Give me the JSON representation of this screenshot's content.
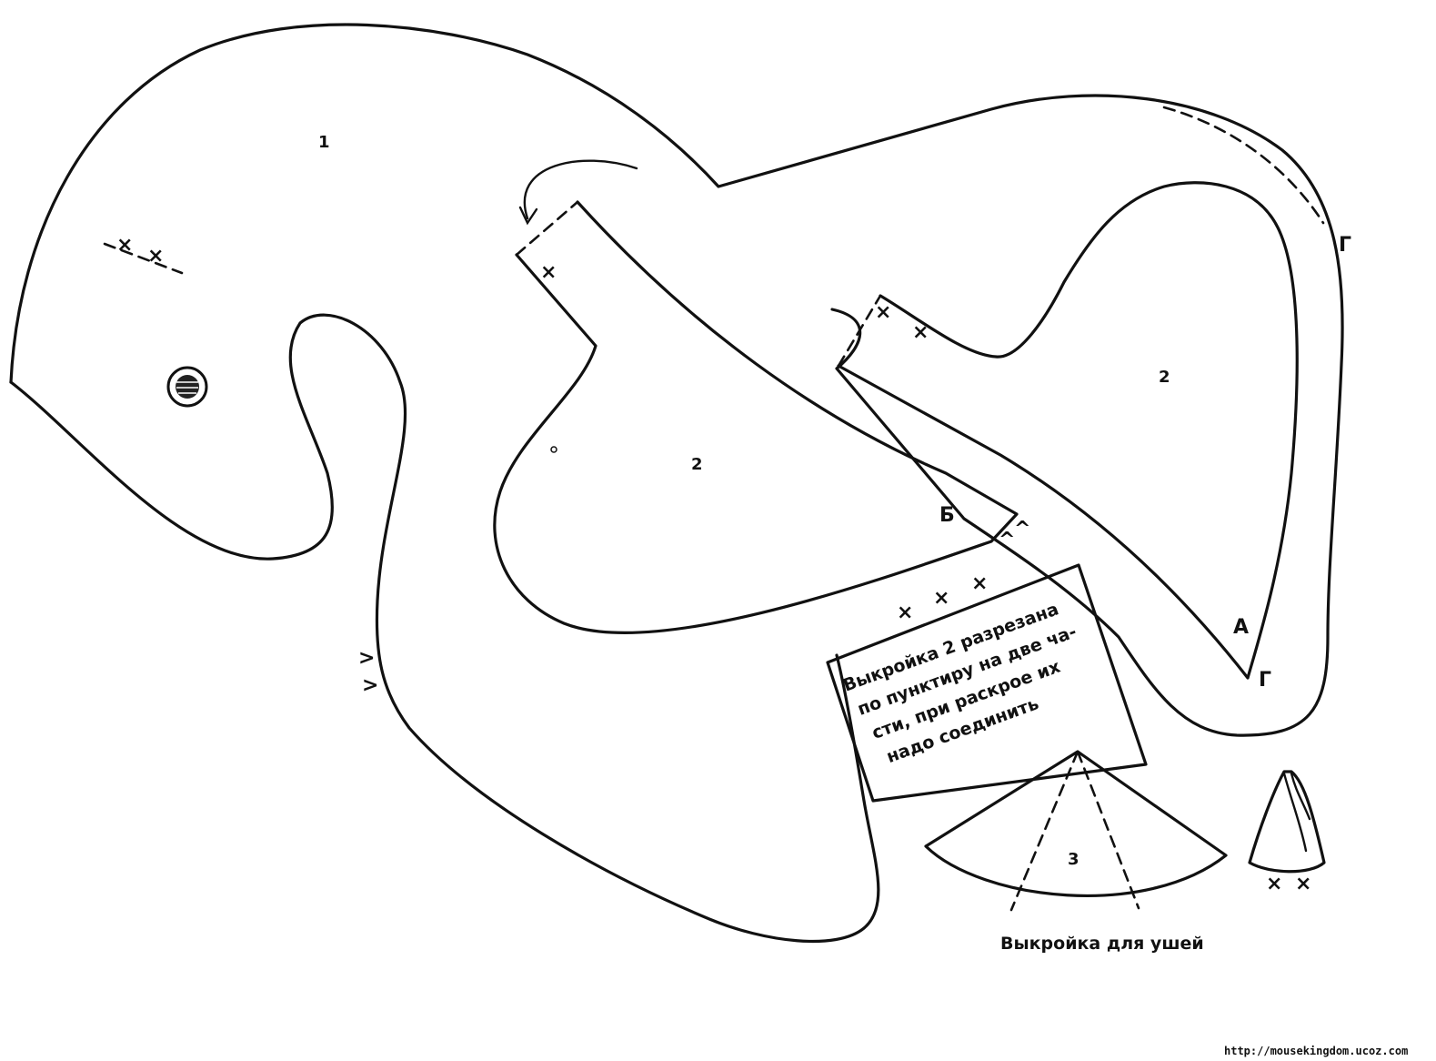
{
  "pieces": {
    "body_number": "1",
    "piece2_left_number": "2",
    "piece2_right_number": "2",
    "ear_number": "3"
  },
  "letters": {
    "b": "Б",
    "a": "А"
  },
  "marks": {
    "cross": "×",
    "angle_right": ">",
    "angle_up": "^",
    "angle_gamma": "Г"
  },
  "note": {
    "line1": "Выкройка 2 разрезана",
    "line2": "по пунктиру на две ча-",
    "line3": "сти,  при  раскрое  их",
    "line4": "надо соединить"
  },
  "ear_caption": "Выкройка для ушей",
  "footer_url": "http://mousekingdom.ucoz.com"
}
